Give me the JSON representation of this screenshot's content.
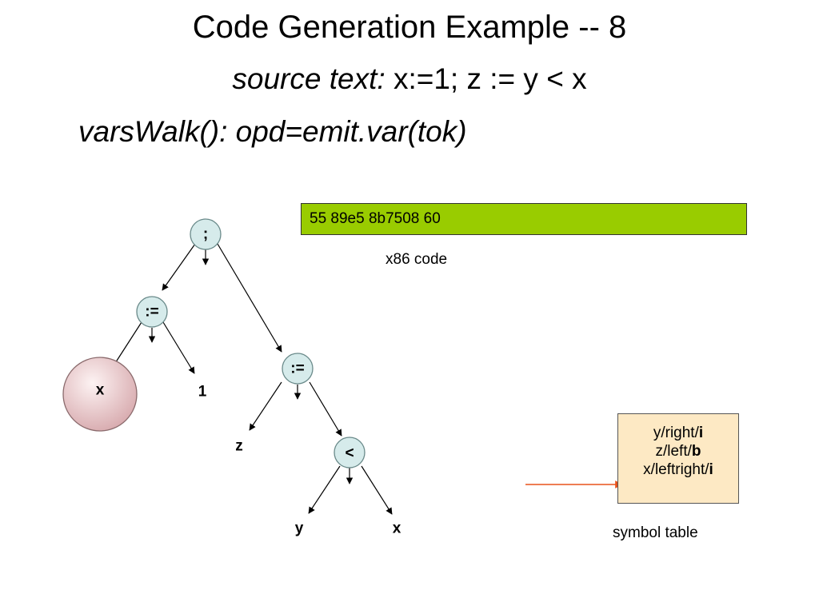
{
  "title": "Code Generation Example -- 8",
  "subtitle": {
    "prefix": "source text:",
    "code": " x:=1; z := y < x"
  },
  "walk_line": "varsWalk(): opd=emit.var(tok)",
  "tree": {
    "nodes": {
      "root": ";",
      "assign1": ":=",
      "assign2": ":=",
      "less": "<"
    },
    "leaves": {
      "x_circle": "x",
      "one": "1",
      "z": "z",
      "y": "y",
      "x": "x"
    }
  },
  "code_output": {
    "text": "55 89e5 8b7508 60",
    "caption": "x86 code"
  },
  "symbol_table": {
    "rows": [
      {
        "name": "y/right/",
        "flag": "i"
      },
      {
        "name": "z/left/",
        "flag": "b"
      },
      {
        "name": "x/leftright/",
        "flag": "i"
      }
    ],
    "caption": "symbol table"
  },
  "colors": {
    "node_fill": "#d6ebeb",
    "code_fill": "#99cc00",
    "symtab_fill": "#fde9c4",
    "pointer_arrow": "#e8521a",
    "circle_fill": "#e8c6c8"
  }
}
